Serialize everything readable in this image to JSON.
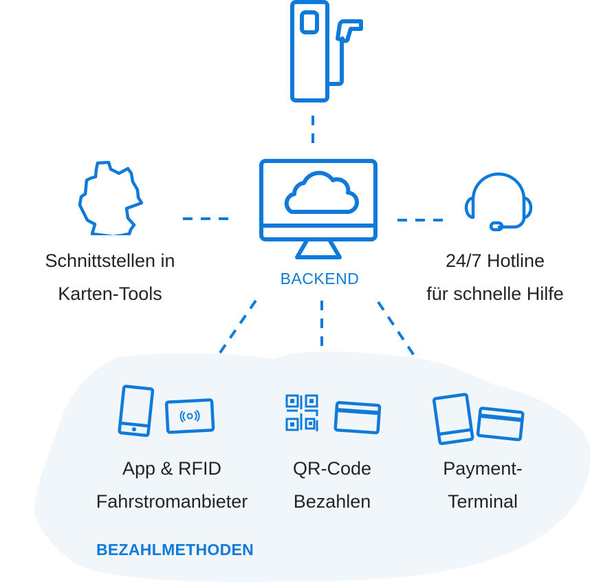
{
  "colors": {
    "accent": "#0f7ad9",
    "text": "#1f2428",
    "blob": "#f1f6fb"
  },
  "center": {
    "icon": "monitor-cloud-icon",
    "label": "BACKEND"
  },
  "top": {
    "icon": "charging-station-icon"
  },
  "left": {
    "icon": "germany-map-icon",
    "lines": [
      "Schnittstellen in",
      "Karten-Tools"
    ]
  },
  "right": {
    "icon": "headset-icon",
    "lines": [
      "24/7 Hotline",
      "für schnelle Hilfe"
    ]
  },
  "payment": {
    "title": "BEZAHLMETHODEN",
    "methods": [
      {
        "icons": [
          "smartphone-icon",
          "rfid-card-icon"
        ],
        "lines": [
          "App & RFID",
          "Fahrstromanbieter"
        ]
      },
      {
        "icons": [
          "qr-code-icon",
          "credit-card-icon"
        ],
        "lines": [
          "QR-Code",
          "Bezahlen"
        ]
      },
      {
        "icons": [
          "payment-terminal-icon",
          "credit-card-icon"
        ],
        "lines": [
          "Payment-",
          "Terminal"
        ]
      }
    ]
  }
}
